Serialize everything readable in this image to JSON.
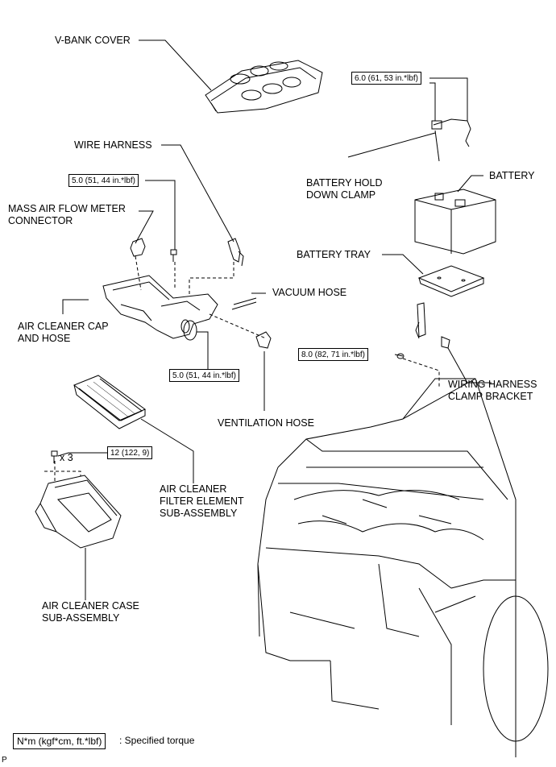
{
  "labels": {
    "v_bank_cover": "V-BANK COVER",
    "wire_harness": "WIRE HARNESS",
    "mass_air_flow_1": "MASS AIR FLOW METER",
    "mass_air_flow_2": "CONNECTOR",
    "air_cleaner_cap_1": "AIR CLEANER CAP",
    "air_cleaner_cap_2": "AND HOSE",
    "vacuum_hose": "VACUUM HOSE",
    "ventilation_hose": "VENTILATION HOSE",
    "filter_1": "AIR CLEANER",
    "filter_2": "FILTER ELEMENT",
    "filter_3": "SUB-ASSEMBLY",
    "case_1": "AIR CLEANER CASE",
    "case_2": "SUB-ASSEMBLY",
    "battery_hold_1": "BATTERY HOLD",
    "battery_hold_2": "DOWN CLAMP",
    "battery": "BATTERY",
    "battery_tray": "BATTERY TRAY",
    "wiring_bracket_1": "WIRING HARNESS",
    "wiring_bracket_2": "CLAMP BRACKET",
    "x3": "x 3"
  },
  "torques": {
    "wire_harness": "5.0 (51, 44 in.*lbf)",
    "cap_hose": "5.0 (51, 44 in.*lbf)",
    "battery_clamp": "6.0 (61, 53 in.*lbf)",
    "bracket": "8.0 (82, 71 in.*lbf)",
    "case": "12 (122, 9)"
  },
  "legend": {
    "unit": "N*m (kgf*cm, ft.*lbf)",
    "text": ": Specified torque"
  },
  "code": "P"
}
